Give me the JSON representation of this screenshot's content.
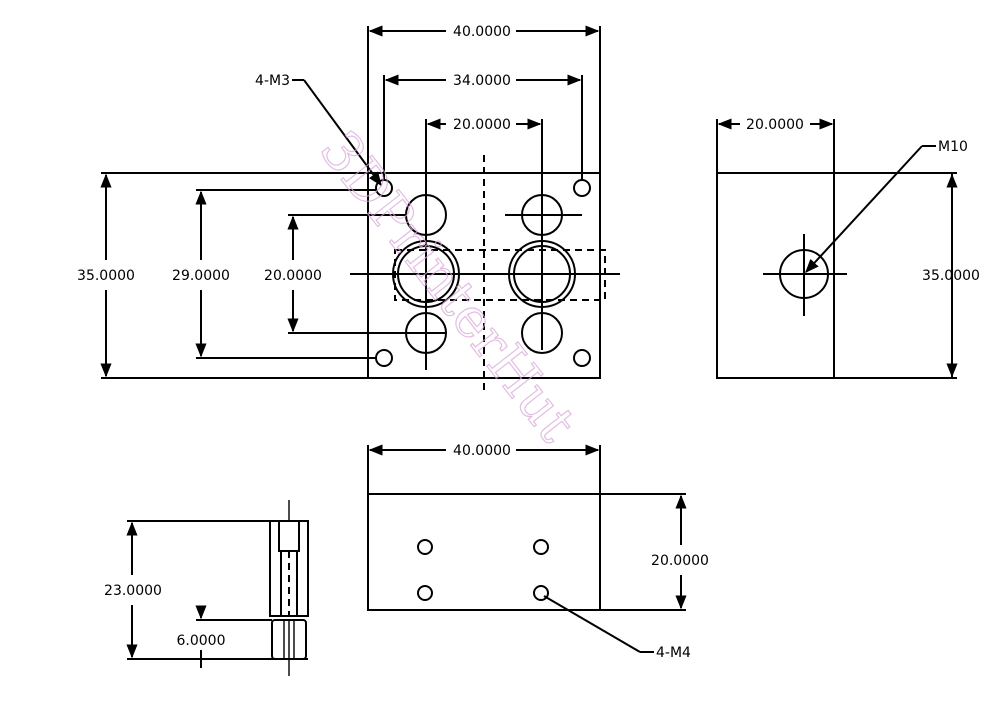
{
  "dimensions": {
    "top_width": "40.0000",
    "hole_spacing_outer": "34.0000",
    "hole_spacing_inner": "20.0000",
    "side_offset": "20.0000",
    "left_height": "35.0000",
    "hole_spacing_vertical": "29.0000",
    "inner_vertical": "20.0000",
    "right_height": "35.0000",
    "bottom_width": "40.0000",
    "bottom_height": "20.0000",
    "section_height": "23.0000",
    "section_step": "6.0000"
  },
  "callouts": {
    "m3": "4-M3",
    "m10": "M10",
    "m4": "4-M4"
  },
  "watermark": "3DPrinterHut",
  "colors": {
    "line": "#000000",
    "watermark": "#d9a8d9",
    "background": "#ffffff"
  }
}
